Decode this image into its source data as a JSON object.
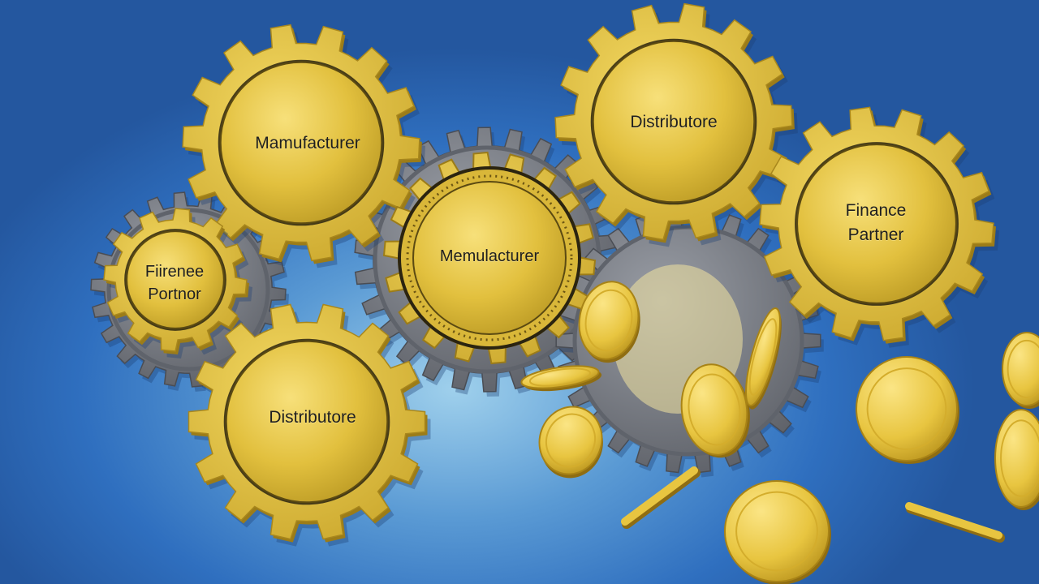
{
  "gears": [
    {
      "label": "Mamufacturer"
    },
    {
      "label": "Distributore"
    },
    {
      "label": "Finance\nPartner"
    },
    {
      "label": "Fiirenee\nPortnor"
    },
    {
      "label": "Distributore"
    },
    {
      "label": "Memulacturer"
    }
  ],
  "colors": {
    "background_center": "#9fd0ec",
    "background_edge": "#24579f",
    "gold": "#e2c03e",
    "gold_light": "#f2d760",
    "gold_dark": "#b89722",
    "steel": "#7c8088",
    "steel_dark": "#55585f"
  }
}
